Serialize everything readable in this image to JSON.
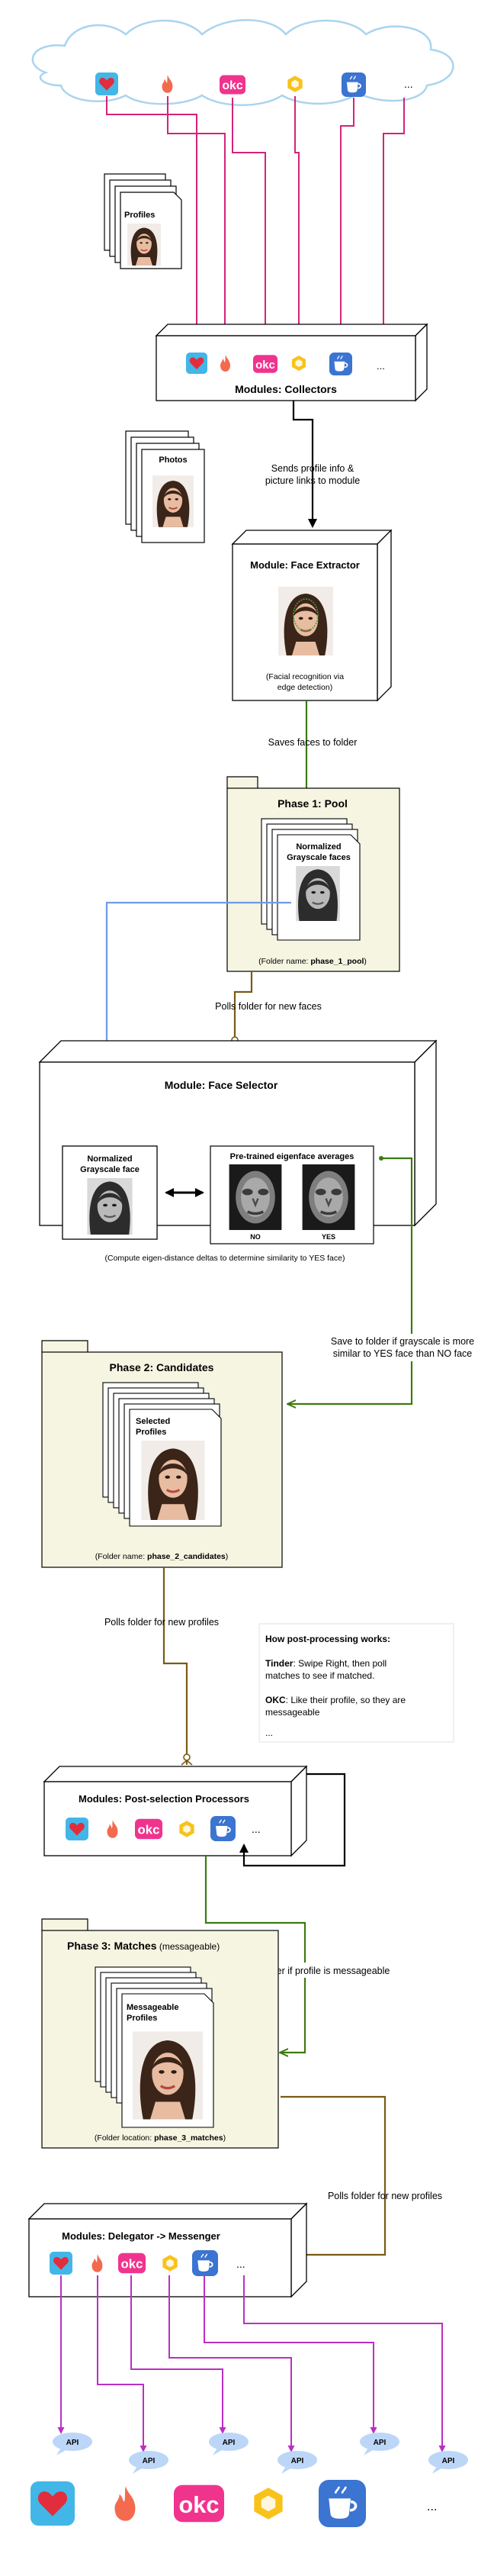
{
  "collectors_box": {
    "title": "Modules: Collectors",
    "ellipsis": "..."
  },
  "profiles_stack": {
    "label": "Profiles"
  },
  "photos_stack": {
    "label": "Photos"
  },
  "edge_collectors_to_extractor": {
    "line1": "Sends profile info &",
    "line2": "picture links to module"
  },
  "face_extractor": {
    "title": "Module: Face Extractor",
    "caption1": "(Facial recognition via",
    "caption2": "edge detection)"
  },
  "edge_extractor_to_pool": {
    "label": "Saves faces to folder"
  },
  "pool": {
    "title": "Phase 1: Pool",
    "card_line1": "Normalized",
    "card_line2": "Grayscale faces",
    "folder_prefix": "(Folder name: ",
    "folder_name": "phase_1_pool",
    "folder_suffix": ")"
  },
  "edge_pool_to_selector": {
    "label": "Polls folder for new faces"
  },
  "face_selector": {
    "title": "Module: Face Selector",
    "left_line1": "Normalized",
    "left_line2": "Grayscale face",
    "right_title": "Pre-trained eigenface averages",
    "no_label": "NO",
    "yes_label": "YES",
    "caption": "(Compute eigen-distance deltas to determine similarity to YES face)"
  },
  "edge_selector_to_candidates": {
    "line1": "Save to folder if grayscale is more",
    "line2": "similar to YES face than NO face"
  },
  "candidates": {
    "title": "Phase 2: Candidates",
    "card_line1": "Selected",
    "card_line2": "Profiles",
    "folder_prefix": "(Folder name: ",
    "folder_name": "phase_2_candidates",
    "folder_suffix": ")"
  },
  "edge_candidates_to_post": {
    "label": "Polls folder for new profiles"
  },
  "post_note": {
    "title": "How post-processing works:",
    "tinder_bold": "Tinder",
    "tinder_text": ": Swipe Right, then poll",
    "tinder_text2": "matches to see if matched.",
    "okc_bold": "OKC",
    "okc_text": ": Like their profile, so they are",
    "okc_text2": "messageable",
    "ellipsis": "..."
  },
  "post_processors": {
    "title": "Modules: Post-selection Processors",
    "ellipsis": "..."
  },
  "edge_post_to_matches": {
    "label": "Save to folder if profile is messageable"
  },
  "matches": {
    "title": "Phase 3: Matches",
    "title_suffix": " (messageable)",
    "card_line1": "Messageable",
    "card_line2": "Profiles",
    "folder_prefix": "(Folder location: ",
    "folder_name": "phase_3_matches",
    "folder_suffix": ")"
  },
  "edge_matches_to_delegator": {
    "label": "Polls folder for new profiles"
  },
  "delegator": {
    "title": "Modules: Delegator -> Messenger",
    "ellipsis": "..."
  },
  "apis": {
    "label": "API",
    "ellipsis": "..."
  },
  "icons": {
    "heart": "heart-icon",
    "flame": "flame-icon",
    "okc": "okc",
    "hex": "hexagon-icon",
    "cup": "coffee-cup-icon"
  },
  "colors": {
    "magenta": "#d4237a",
    "black": "#000000",
    "green": "#3d7a12",
    "blue": "#6f9be8",
    "olive": "#7a5a14",
    "purple": "#bb2fc4",
    "folder_fill": "#f6f5e2",
    "api_fill": "#bcd6f7",
    "cloud": "#aad4f0"
  }
}
